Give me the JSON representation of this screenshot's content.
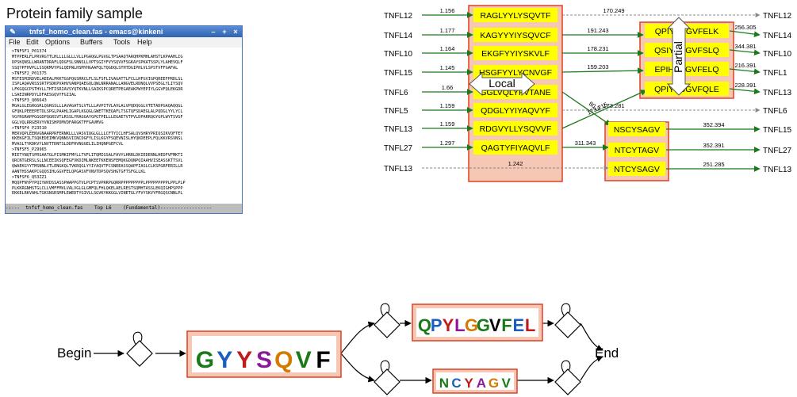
{
  "sample_title": "Protein family sample",
  "emacs": {
    "window_title": "tnfsf_homo_clean.fas - emacs@kinkeni",
    "app_icon": "emacs-icon",
    "menu": [
      "File",
      "Edit",
      "Options",
      "Buffers",
      "Tools",
      "Help"
    ],
    "buffer_lines": [
      ">TNFSF1_P01374",
      "MTPPERLFLPRVRGTTLHLLLLGLLLVLLPGAQGLPGVGLTPSAAQTARQHPKMHLAHSTLKPAAHLIG",
      "DPSKQNSLLWRANTDRAFLQDGFSLSNNSLLVPTSGIYFVYSQVVFSGKAYSPKATSSPLYLAHEVQLF",
      "SSQYPFHVPLLSSQKMVYPGLQEPWLHSMYHGAAFQLTQGDQLSTHTDGIPHLVLSPSTVFFGAFAL",
      ">TNFSF2_P01375",
      "MSTESMIRDVELAEEALPKKTGGPQGSRRCLFLSLFSFLIVAGATTLFCLLHFGVIGPQREEFPRDLSL",
      "ISPLAQAVRSSSRTPSDKPVAHVVANPQAEGQLQWLNRRANALLANGVELRDNQLVVPSEGLYLIYSQV",
      "LFKGQGCPSTHVLLTHTISRIAVSYQTKVNLLSAIKSPCQRETPEGAEAKPWYEPIYLGGVFQLEKGDR",
      "LSAEINRPDYLDFAESGQVYFGIIAL",
      ">TNFSF3_Q06643",
      "MGALGLEGRGGRLQGRGSLLLAVAGATSLVTLLLAVPITVLAVLALVPQDQGGLVTETADPGAQAQQGL",
      "GFQKLPEEEPETDLSPGLPAAHLIGAPLKGQGLGWETTKEQAFLTSGTQFSDAEGLALPQDGLYYLYCL",
      "VGYRGRAPPGGGDPQGRSVTLRSSLYRAGGAYGPGTPELLLEGAETVTPVLDPARRQGYGPLWYTSVGF",
      "GGLVQLRRGERVYVNISHPDMVDFARGKTFFGAVMVG",
      ">TNFSF4_P23510",
      "MERVQPLEENVGNAARPRFERNKLLLVASVIQGLGLLLCFTYICLHFSALQVSHRYPRIQSIKVQFTEY",
      "KKEKGFILTSQKEDEIMKVQNNSVIINCDGFYLISLKGYFSQEVNISLHYQKDEEPLFQLKKVRSVNSL",
      "MVASLTYKDKVYLNVTTDNTSLDDFHVNGGELILIHQNPGEFCVL",
      ">TNFSF5_P29965",
      "MIETYNQTSPRSAATGLPISMKIFMYLLTVFLITQMIGSALFAVYLHRRLDKIEDERNLHEDFVFMKTI",
      "QRCNTGERSLSLLNCEEIKSQFEGFVKDIMLNKEETKKENSFEMQKGDQNPQIAAHVISEASSKTTSVL",
      "QWAEKGYYTMSNNLVTLENGKQLTVKRQGLYYIYAQVTFCSNREASSQAPFIASLCLKSPGRFERILLR",
      "AANTHSSAKPCGQQSIHLGGVFELQPGASVFVNVTDPSQVSHGTGFTSFGLLKL",
      ">TNFSF6_Q53ZZ1",
      "MQQPFNYPYPQIYWVDSSASSPWAPPGTVLPCPTSVPRRPGQRRPPPPPPPPPLPPPPPPPPPLPPLPLP",
      "PLKKRGNHSTGLCLLVMFFMVLVALVGLGLGMFQLFHLQKELAELRESTSQMHTASSLEKQIGHPSPPP",
      "EKKELRKVAHLTGKSNSRSMPLEWEDTYGIVLLSGVKYKKGGLVINETGLYFVYSKVYFRGQSCNNLPL"
    ],
    "modeline": "-:---  tnfsf_homo_clean.fas    Top L6    (Fundamental)------------------"
  },
  "alignment": {
    "left_labels": [
      "TNFL12",
      "TNFL14",
      "TNFL10",
      "TNFL15",
      "TNFL6",
      "TNFL5",
      "TNFL13",
      "TNFL27",
      "TNFL13"
    ],
    "left_scores": [
      "1.156",
      "1.177",
      "1.164",
      "1.145",
      "1.66",
      "1.159",
      "1.159",
      "1.297",
      "1.242"
    ],
    "block1": [
      "RAGLYYLYSQVTF",
      "KAGYYYIYSQVCF",
      "EKGFYYIYSKVLF",
      "HSGFYYLYCNVGF",
      "GGLVQLYFVTANE",
      "QDGLYYIYAQVYF",
      "RDGVYLLYSQVVF",
      "QAGTYFIYAQVLF"
    ],
    "block2": [
      "QPIYLGGVFELK",
      "QSIYLGGVFSLQ",
      "EPIHLGGVFELQ",
      "QPIYLGGVFQLE"
    ],
    "block3": [
      "NSCYSAGV",
      "NTCYTAGV",
      "NTCYSAGV"
    ],
    "mid_scores": [
      "170.249",
      "191.243",
      "178.231",
      "159.203",
      "173.281",
      "311.343"
    ],
    "cross_scores": [
      "80.3",
      "173.215"
    ],
    "right_scores": [
      "256.305",
      "344.381",
      "216.391",
      "228.391",
      "352.394",
      "352.391",
      "251.285"
    ],
    "right_labels": [
      "TNFL12",
      "TNFL14",
      "TNFL10",
      "TNFL1",
      "TNFL13",
      "TNFL6",
      "TNFL15",
      "TNFL27",
      "TNFL13"
    ],
    "callout_local": "Local",
    "callout_partial": "Partial"
  },
  "hmm": {
    "begin_label": "Begin",
    "end_label": "End",
    "logo1": [
      "G",
      "Y",
      "Y",
      "S",
      "Q",
      "V",
      "F"
    ],
    "logo2": [
      "Q",
      "P",
      "Y",
      "L",
      "G",
      "G",
      "V",
      "F",
      "E",
      "L"
    ],
    "logo3": [
      "N",
      "C",
      "Y",
      "A",
      "G",
      "V"
    ],
    "colors": {
      "node_border": "#e04020",
      "logo_bg": "#ffffff"
    }
  },
  "colors": {
    "seq_box": "#ffff00",
    "group_border": "#e04020",
    "group_fill": "#f7c7b6",
    "strong_edge": "#1a7a1a",
    "weak_edge": "#888888"
  }
}
